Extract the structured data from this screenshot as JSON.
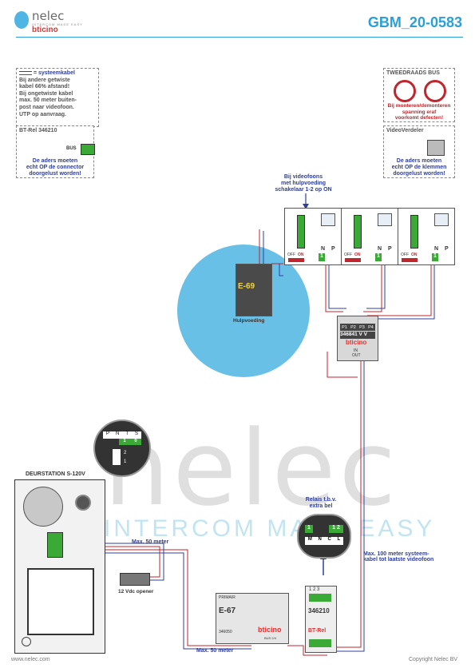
{
  "header": {
    "brand": "nelec",
    "brand_tagline": "INTERCOM MADE EASY",
    "partner_brand": "bticino",
    "doc_number": "GBM_20-0583"
  },
  "legend_box": {
    "cable_label": "= systeemkabel",
    "lines": [
      "Bij andere getwiste",
      "kabel 66% afstand!",
      "Bij ongetwiste kabel",
      "max. 50 meter buiten-",
      "post naar videofoon.",
      "UTP op aanvraag."
    ]
  },
  "relay_box": {
    "title": "BT-Rel 346210",
    "bus_label": "BUS",
    "note": [
      "De aders moeten",
      "echt OP de connector",
      "doorgelust worden!"
    ]
  },
  "twowire_box": {
    "title": "TWEEDRAADS BUS",
    "note": [
      "Bij monteren/demonteren",
      "spanning eraf",
      "voorkomt defecten!"
    ]
  },
  "splitter_box": {
    "title": "VideoVerdeler",
    "note": [
      "De aders moeten",
      "echt OP de klemmen",
      "doorgelust worden!"
    ]
  },
  "monitor_note": [
    "Bij videofoons",
    "met hulpvoeding",
    "schakelaar 1-2 op ON"
  ],
  "monitors": [
    {
      "n": "N",
      "p": "P",
      "val": "1",
      "off": "OFF",
      "on": "ON"
    },
    {
      "n": "N",
      "p": "P",
      "val": "1",
      "off": "OFF",
      "on": "ON"
    },
    {
      "n": "N",
      "p": "P",
      "val": "1",
      "off": "OFF",
      "on": "ON"
    }
  ],
  "psu": {
    "model": "E-69",
    "caption": "Hulpvoeding"
  },
  "splitter": {
    "ports": [
      "P1",
      "P2",
      "P3",
      "P4"
    ],
    "model": "346841",
    "vv": "V V",
    "brand": "bticino",
    "in_label": "IN",
    "out_label": "OUT"
  },
  "door_station": {
    "title": "DEURSTATION S-120V",
    "zoom_terminals": [
      "P",
      "N",
      "T",
      "S"
    ],
    "zoom_values": [
      "1",
      "0"
    ],
    "switch_2": "2",
    "switch_1": "1"
  },
  "opener": {
    "label": "12 Vdc opener"
  },
  "distances": {
    "door_to_monitor": "Max. 50 meter",
    "bottom": "Max. 50 meter",
    "system": [
      "Max. 100 meter systeem-",
      "kabel tot laatste videofoon"
    ]
  },
  "main_psu": {
    "model": "E-67",
    "top_label": "PRIMAIR",
    "code": "346050",
    "brand": "bticino",
    "terminals": [
      "BUS",
      "2/4"
    ]
  },
  "relay": {
    "note": [
      "Relais t.b.v.",
      "extra bel"
    ],
    "zoom_left": "1",
    "zoom_right": "1 2",
    "zoom_letters": [
      "M",
      "N",
      "C",
      "L"
    ],
    "terminals": "1 2 3",
    "model": "346210",
    "name": "BT-Rel"
  },
  "footer": {
    "left": "www.nelec.com",
    "right": "Copyright Nelec BV"
  },
  "colors": {
    "accent": "#2a9fd8",
    "wire_red": "#c0262d",
    "wire_blue": "#2e3f9c",
    "green": "#3aa935"
  }
}
